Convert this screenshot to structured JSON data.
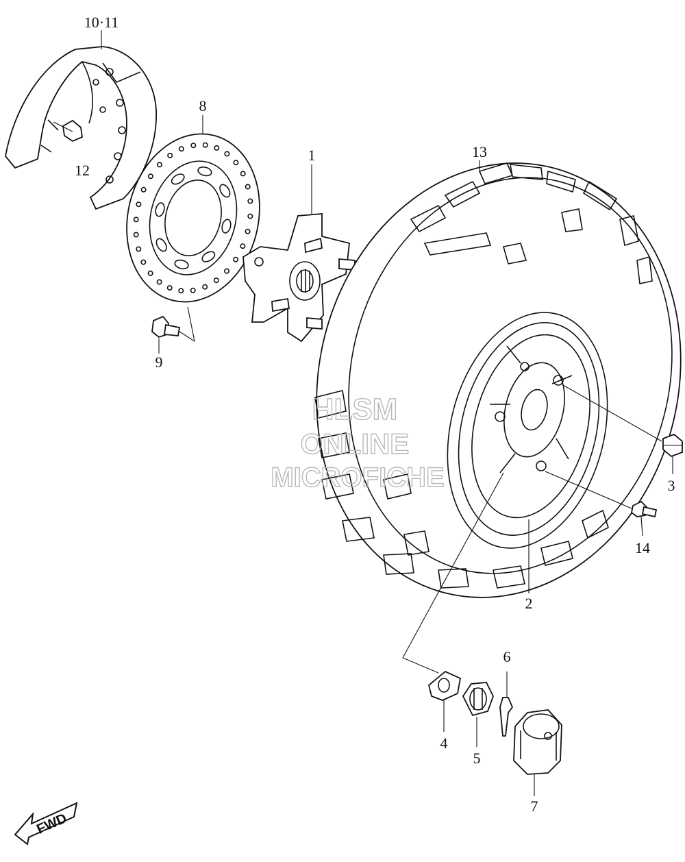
{
  "callouts": {
    "c1": "1",
    "c2": "2",
    "c3": "3",
    "c4": "4",
    "c5": "5",
    "c6": "6",
    "c7": "7",
    "c8": "8",
    "c9": "9",
    "c10_11": "10·11",
    "c12": "12",
    "c13": "13",
    "c14": "14"
  },
  "watermark": {
    "line1": "HLSM",
    "line2": "ONLINE",
    "line3": "MICROFICHE"
  },
  "direction_badge": {
    "label": "FWD"
  }
}
